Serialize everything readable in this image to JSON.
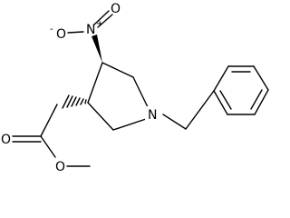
{
  "molecule": {
    "description_hidden": "",
    "atoms": {
      "n_nitro": {
        "symbol": "N",
        "charge": "+"
      },
      "o_nitro_top": {
        "symbol": "O"
      },
      "o_nitro_left": {
        "symbol": "O",
        "charge": "-"
      },
      "n_ring": {
        "symbol": "N"
      },
      "o_carbonyl": {
        "symbol": "O"
      },
      "o_ester": {
        "symbol": "O"
      }
    }
  }
}
